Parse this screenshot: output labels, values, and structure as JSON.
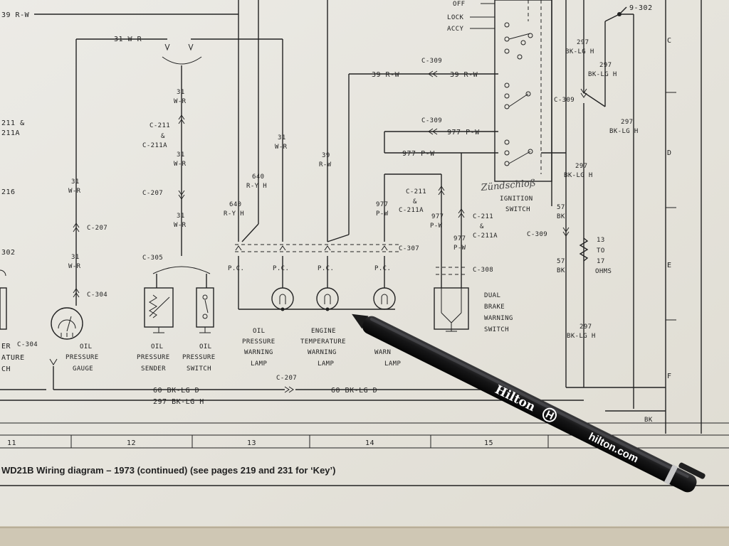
{
  "caption": "WD21B Wiring diagram – 1973 (continued) (see pages 219 and 231 for ‘Key’)",
  "handwriting": "Zündschloß",
  "grid_columns": [
    "11",
    "12",
    "13",
    "14",
    "15"
  ],
  "grid_rows": [
    "C",
    "D",
    "E",
    "F"
  ],
  "top_right_ref": "9-302",
  "wire_labels": {
    "w39_top": "39 R-W",
    "w31_top": "31 W-R",
    "w31_a": "31",
    "w31_a2": "W-R",
    "w31_b": "31",
    "w31_b2": "W-R",
    "w31_c": "31",
    "w31_c2": "W-R",
    "w31_d": "31",
    "w31_d2": "W-R",
    "w31_e": "31",
    "w31_e2": "W-R",
    "w31_f": "31",
    "w31_f2": "W-R",
    "w640_a": "640",
    "w640_a2": "R-Y H",
    "w640_b": "640",
    "w640_b2": "R-Y H",
    "w39_mid": "39",
    "w39_mid2": "R-W",
    "w39_c309a": "39 R-W",
    "w39_c309b": "39 R-W",
    "w977_a": "977 P-W",
    "w977_b": "977 P-W",
    "w977_c": "977",
    "w977_c2": "P-W",
    "w977_d": "977",
    "w977_d2": "P-W",
    "w977_e": "977",
    "w977_e2": "P-W",
    "w297_a": "297",
    "w297_a2": "BK-LG H",
    "w297_b": "297",
    "w297_b2": "BK-LG H",
    "w297_c": "297",
    "w297_c2": "BK-LG H",
    "w297_d": "297",
    "w297_d2": "BK-LG H",
    "w297_e": "297",
    "w297_e2": "BK-LG H",
    "w57_a": "57",
    "w57_a2": "BK",
    "w57_b": "57",
    "w57_b2": "BK",
    "res_a": "13",
    "res_b": "TO",
    "res_c": "17",
    "res_d": "OHMS",
    "bottom_60a": "60 BK-LG D",
    "bottom_60b": "60 BK-LG D",
    "bottom_297": "297 BK-LG H",
    "bk_stub": "BK"
  },
  "connectors": {
    "c211_left": "C-211",
    "c211_left_amp": "&",
    "c211a_left": "C-211A",
    "c207_mid": "C-207",
    "c207_left": "C-207",
    "c304_left": "C-304",
    "c304_low": "C-304",
    "c305": "C-305",
    "c309_a": "C-309",
    "c309_b": "C-309",
    "c309_c": "C-309",
    "c309_d": "C-309",
    "c211_mid": "C-211",
    "c211_mid_amp": "&",
    "c211a_mid": "C-211A",
    "c211_r": "C-211",
    "c211_r_amp": "&",
    "c211a_r": "C-211A",
    "c307": "C-307",
    "c308": "C-308",
    "c207_bottom": "C-207",
    "pc1": "P.C.",
    "pc2": "P.C.",
    "pc3": "P.C.",
    "pc4": "P.C."
  },
  "switch_positions": [
    "OFF",
    "LOCK",
    "ACCY"
  ],
  "components": {
    "ignition_1": "IGNITION",
    "ignition_2": "SWITCH",
    "oil_gauge_1": "OIL",
    "oil_gauge_2": "PRESSURE",
    "oil_gauge_3": "GAUGE",
    "oil_sender_1": "OIL",
    "oil_sender_2": "PRESSURE",
    "oil_sender_3": "SENDER",
    "oil_switch_1": "OIL",
    "oil_switch_2": "PRESSURE",
    "oil_switch_3": "SWITCH",
    "oil_lamp_1": "OIL",
    "oil_lamp_2": "PRESSURE",
    "oil_lamp_3": "WARNING",
    "oil_lamp_4": "LAMP",
    "eng_lamp_1": "ENGINE",
    "eng_lamp_2": "TEMPERATURE",
    "eng_lamp_3": "WARNING",
    "eng_lamp_4": "LAMP",
    "brake_lamp_3": "WARN",
    "brake_lamp_4": "LAMP",
    "brake_sw_1": "DUAL",
    "brake_sw_2": "BRAKE",
    "brake_sw_3": "WARNING",
    "brake_sw_4": "SWITCH"
  },
  "left_edge": {
    "a": "211 &",
    "b": "211A",
    "c": "216",
    "d": "302",
    "e": "ER",
    "f": "ATURE",
    "g": "CH"
  },
  "pen": {
    "brand": "Hilton",
    "url": "hilton.com"
  }
}
